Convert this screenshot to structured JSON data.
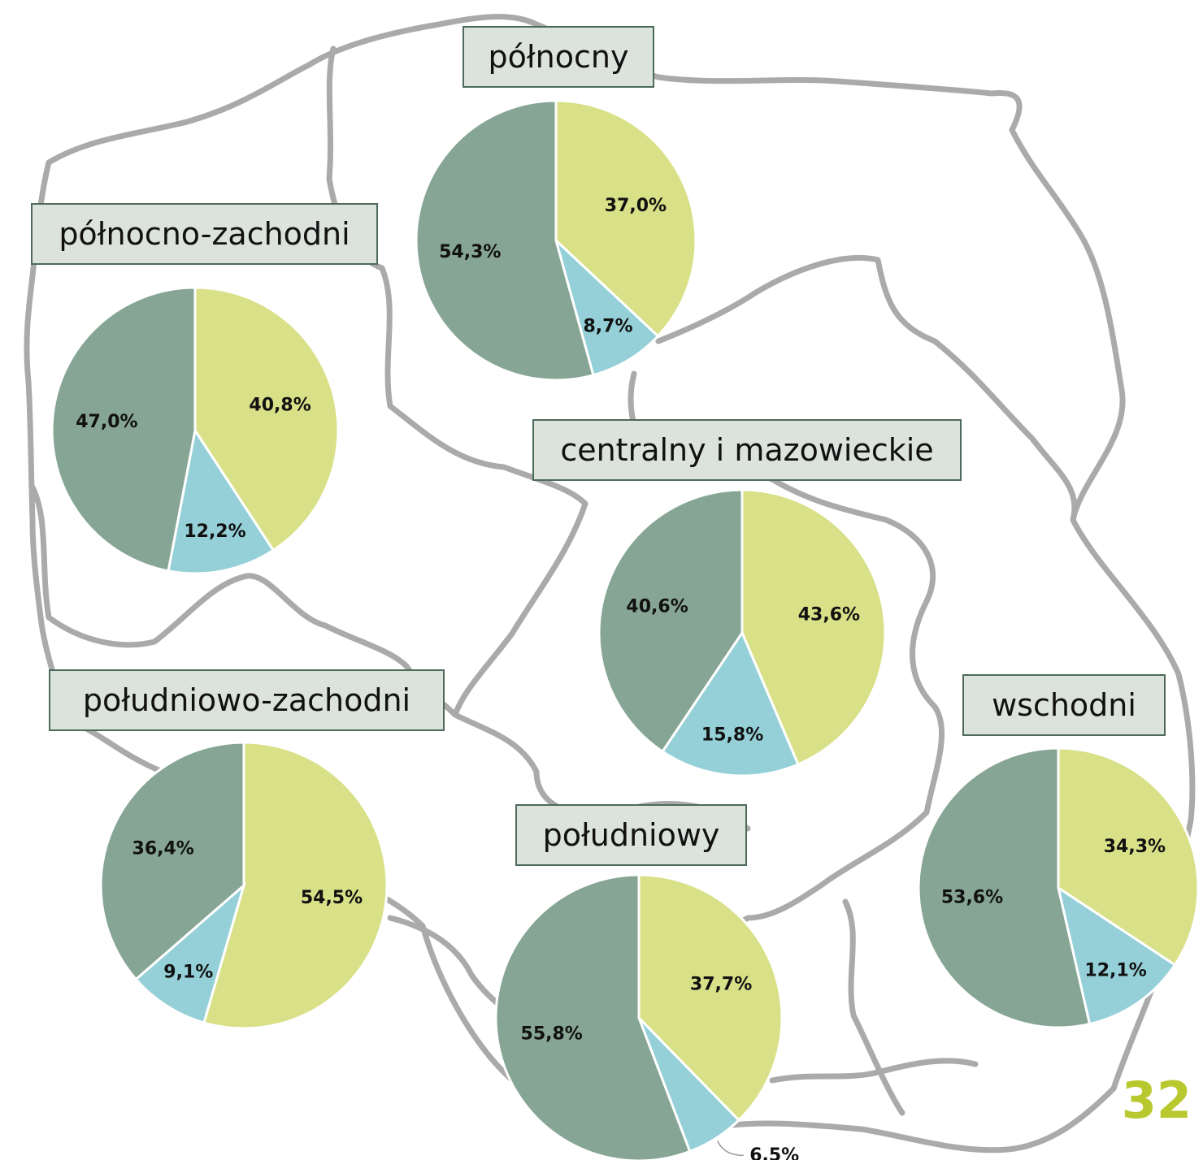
{
  "colors": {
    "slice_a": "#d8e088",
    "slice_b": "#95d0d8",
    "slice_c": "#86a595",
    "map_outline": "#aaaaaa",
    "page_number": "#b8c92f"
  },
  "page_number": "32",
  "chart_data": [
    {
      "type": "pie",
      "title": "północny",
      "values": [
        37.0,
        8.7,
        54.3
      ],
      "labels": [
        "37,0%",
        "8,7%",
        "54,3%"
      ]
    },
    {
      "type": "pie",
      "title": "północno-zachodni",
      "values": [
        40.8,
        12.2,
        47.0
      ],
      "labels": [
        "40,8%",
        "12,2%",
        "47,0%"
      ]
    },
    {
      "type": "pie",
      "title": "centralny i mazowieckie",
      "values": [
        43.6,
        15.8,
        40.6
      ],
      "labels": [
        "43,6%",
        "15,8%",
        "40,6%"
      ]
    },
    {
      "type": "pie",
      "title": "południowo-zachodni",
      "values": [
        54.5,
        9.1,
        36.4
      ],
      "labels": [
        "54,5%",
        "9,1%",
        "36,4%"
      ]
    },
    {
      "type": "pie",
      "title": "południowy",
      "values": [
        37.7,
        6.5,
        55.8
      ],
      "labels": [
        "37,7%",
        "6,5%",
        "55,8%"
      ]
    },
    {
      "type": "pie",
      "title": "wschodni",
      "values": [
        34.3,
        12.1,
        53.6
      ],
      "labels": [
        "34,3%",
        "12,1%",
        "53,6%"
      ]
    }
  ]
}
